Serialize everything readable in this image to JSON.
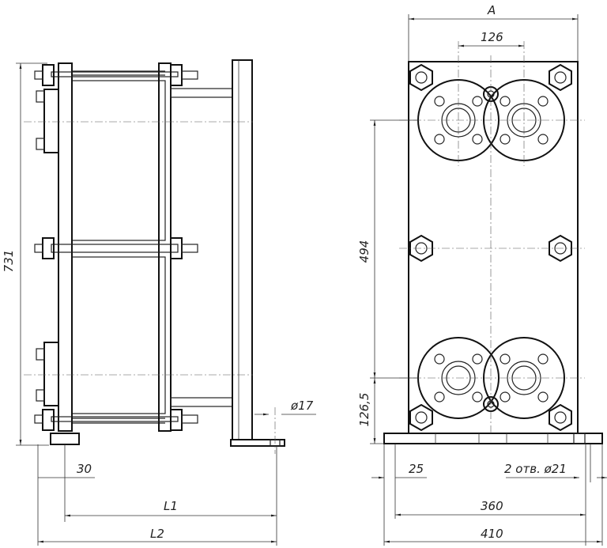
{
  "side_view": {
    "dims": {
      "height": "731",
      "offset": "30",
      "length_1": "L1",
      "length_2": "L2",
      "hole_diameter": "ø17"
    }
  },
  "front_view": {
    "dims": {
      "width": "A",
      "port_spacing": "126",
      "port_center_height": "494",
      "bottom_port_height": "126,5",
      "edge_offset": "25",
      "mount_holes": "2 отв. ø21",
      "hole_spacing": "360",
      "base_width": "410"
    }
  }
}
